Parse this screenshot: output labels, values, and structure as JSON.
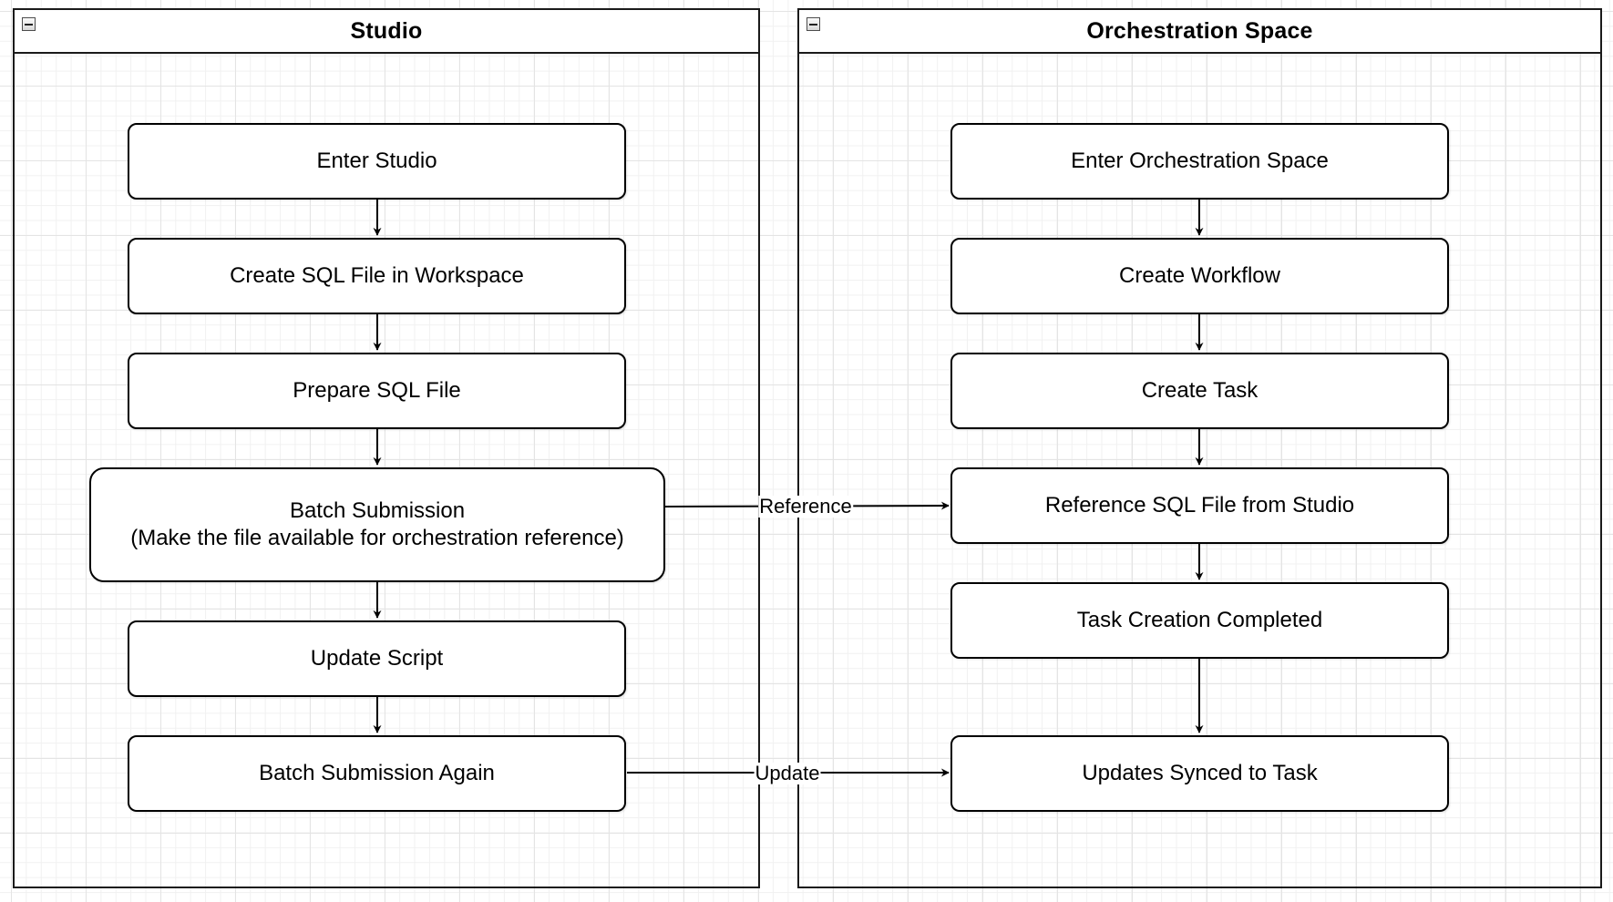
{
  "lanes": {
    "studio": {
      "title": "Studio"
    },
    "orchestration": {
      "title": "Orchestration Space"
    }
  },
  "studio_steps": {
    "enter": "Enter Studio",
    "create_sql": "Create SQL File in Workspace",
    "prepare_sql": "Prepare SQL File",
    "batch_line1": "Batch Submission",
    "batch_line2": "(Make the file available for orchestration reference)",
    "update_script": "Update Script",
    "batch_again": "Batch Submission Again"
  },
  "orchestration_steps": {
    "enter": "Enter Orchestration Space",
    "create_workflow": "Create Workflow",
    "create_task": "Create Task",
    "reference_sql": "Reference SQL File from Studio",
    "task_completed": "Task Creation Completed",
    "updates_synced": "Updates Synced to Task"
  },
  "edge_labels": {
    "reference": "Reference",
    "update": "Update"
  },
  "colors": {
    "stroke": "#000000",
    "grid": "#e4e4e4",
    "background": "#ffffff"
  }
}
